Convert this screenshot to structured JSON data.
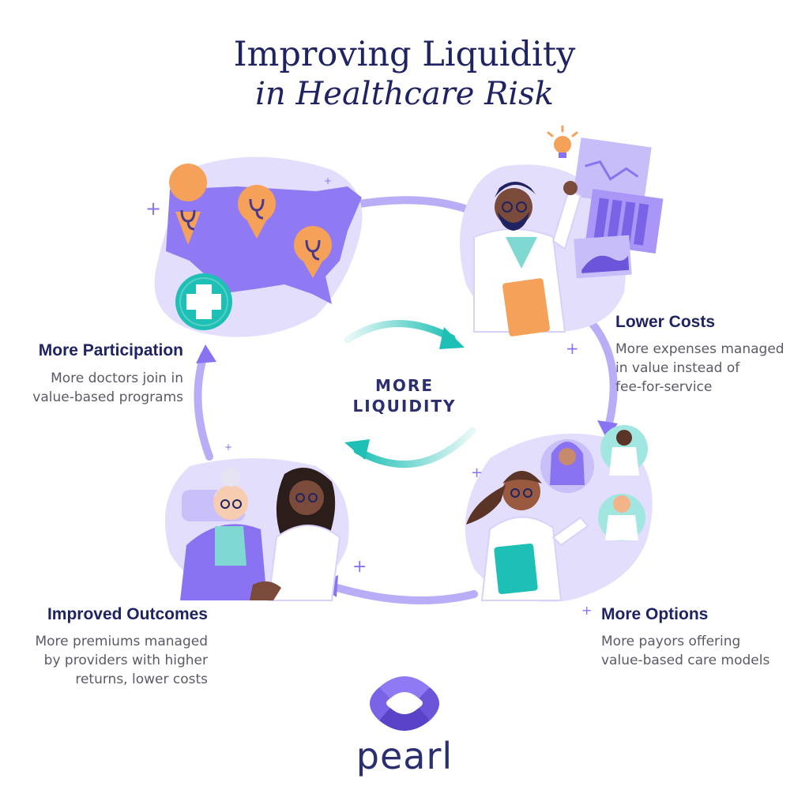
{
  "title": {
    "line1": "Improving Liquidity",
    "line2": "in Healthcare Risk"
  },
  "center": {
    "line1": "MORE",
    "line2": "LIQUIDITY"
  },
  "stages": {
    "participation": {
      "heading": "More Participation",
      "body": [
        "More doctors join in",
        "value-based programs"
      ]
    },
    "lower_costs": {
      "heading": "Lower Costs",
      "body": [
        "More expenses managed",
        "in value instead of",
        "fee-for-service"
      ]
    },
    "options": {
      "heading": "More Options",
      "body": [
        "More payors offering",
        "value-based care models"
      ]
    },
    "outcomes": {
      "heading": "Improved Outcomes",
      "body": [
        "More premiums managed",
        "by providers with higher",
        "returns, lower costs"
      ]
    }
  },
  "brand": {
    "name": "pearl"
  },
  "colors": {
    "navy": "#1f2362",
    "purple": "#8a73f2",
    "lavender": "#d8d2fb",
    "teal": "#1ebfb5",
    "orange": "#f5a15a"
  },
  "icons": [
    "stethoscope-pin-icon",
    "medical-cross-icon",
    "cycle-arrow-icon",
    "lightbulb-icon",
    "pearl-logo-icon"
  ]
}
